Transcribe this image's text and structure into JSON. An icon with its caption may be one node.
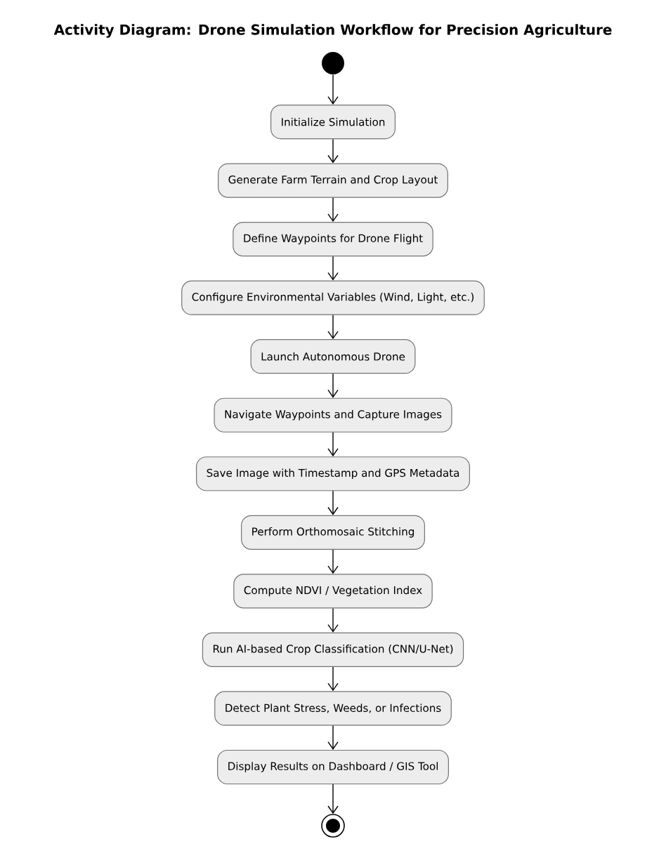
{
  "diagram": {
    "title": "Activity Diagram: Drone Simulation Workflow for Precision Agriculture",
    "nodes": [
      {
        "text": [],
        "shape": "circle"
      },
      {
        "text": [
          "Initialize Simulation"
        ]
      },
      {
        "text": [
          "Generate Farm Terrain and Crop Layout"
        ]
      },
      {
        "text": [
          "Define Waypoints for Drone Flight"
        ]
      },
      {
        "text": [
          "Configure Environmental Variables (Wind, Light, etc.)"
        ]
      },
      {
        "text": [
          "Launch Autonomous Drone"
        ]
      },
      {
        "text": [
          "Navigate Waypoints and Capture Images"
        ]
      },
      {
        "text": [
          "Save Image with Timestamp and GPS Metadata"
        ]
      },
      {
        "text": [
          "Perform Orthomosaic Stitching"
        ]
      },
      {
        "text": [
          "Compute NDVI / Vegetation Index"
        ]
      },
      {
        "text": [
          "Run AI-based Crop Classification (CNN/U-Net)"
        ]
      },
      {
        "text": [
          "Detect Plant Stress, Weeds, or Infections"
        ]
      },
      {
        "text": [
          "Display Results on Dashboard / GIS Tool"
        ]
      },
      {
        "text": [],
        "shape": "bullseye"
      }
    ],
    "edges": [
      {
        "from": 0,
        "to": 1,
        "arrow": "to"
      },
      {
        "from": 1,
        "to": 2,
        "arrow": "to"
      },
      {
        "from": 2,
        "to": 3,
        "arrow": "to"
      },
      {
        "from": 3,
        "to": 4,
        "arrow": "to"
      },
      {
        "from": 4,
        "to": 5,
        "arrow": "to"
      },
      {
        "from": 5,
        "to": 6,
        "arrow": "to"
      },
      {
        "from": 6,
        "to": 7,
        "arrow": "to"
      },
      {
        "from": 7,
        "to": 8,
        "arrow": "to"
      },
      {
        "from": 8,
        "to": 9,
        "arrow": "to"
      },
      {
        "from": 9,
        "to": 10,
        "arrow": "to"
      },
      {
        "from": 10,
        "to": 11,
        "arrow": "to"
      },
      {
        "from": 11,
        "to": 12,
        "arrow": "to"
      },
      {
        "from": 12,
        "to": 13,
        "arrow": "to"
      }
    ]
  }
}
